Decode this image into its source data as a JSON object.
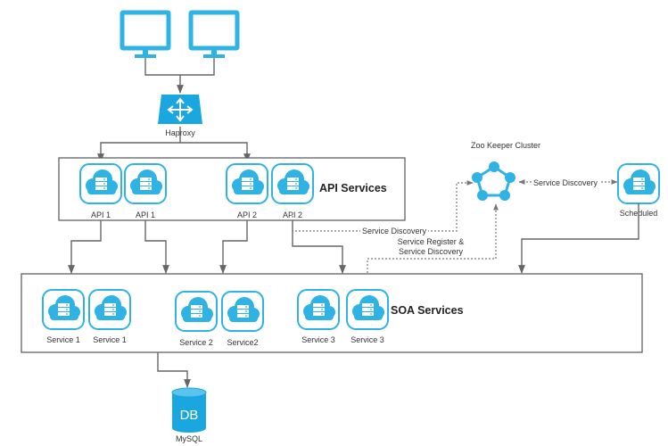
{
  "haproxy": {
    "label": "Haproxy"
  },
  "zookeeper": {
    "label": "Zoo Keeper Cluster"
  },
  "scheduled": {
    "label": "Scheduled"
  },
  "api_group": {
    "title": "API Services",
    "nodes": [
      "API 1",
      "API 1",
      "API 2",
      "API 2"
    ]
  },
  "soa_group": {
    "title": "SOA Services",
    "nodes": [
      "Service 1",
      "Service 1",
      "Service 2",
      "Service2",
      "Service 3",
      "Service 3"
    ]
  },
  "db": {
    "icon_text": "DB",
    "label": "MySQL"
  },
  "edges": {
    "service_discovery_api": "Service Discovery",
    "service_discovery_zk": "Service Discovery",
    "register_line1": "Service Register &",
    "register_line2": "Service Discovery"
  },
  "colors": {
    "accent": "#2fb2e4",
    "line": "#666666",
    "dashed": "#777777",
    "text": "#333333"
  },
  "icons": {
    "client": "monitor-icon",
    "proxy": "load-balancer-icon",
    "service": "cloud-server-icon",
    "cluster": "cluster-ring-icon",
    "database": "database-icon"
  }
}
